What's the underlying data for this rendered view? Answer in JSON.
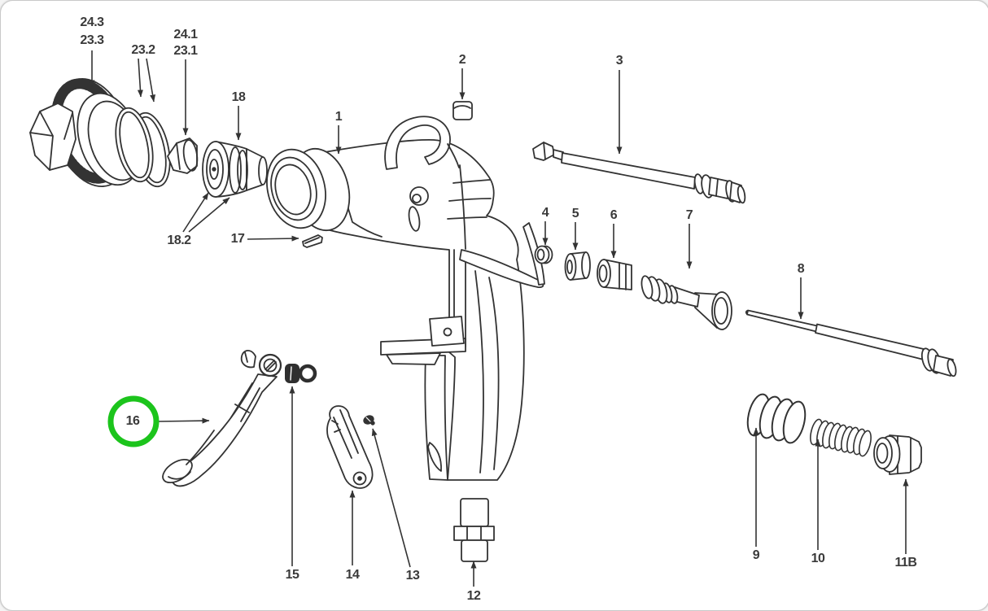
{
  "colors": {
    "line": "#333333",
    "label_text": "#3a3a3a",
    "highlight": "#1cc41c",
    "background": "#ffffff",
    "border": "#c9c9c9"
  },
  "labels": {
    "l24_3": "24.3",
    "l23_3": "23.3",
    "l23_2": "23.2",
    "l24_1": "24.1",
    "l23_1": "23.1",
    "l18": "18",
    "l18_2": "18.2",
    "l17": "17",
    "l1": "1",
    "l2": "2",
    "l3": "3",
    "l4": "4",
    "l5": "5",
    "l6": "6",
    "l7": "7",
    "l8": "8",
    "l9": "9",
    "l10": "10",
    "l11B": "11B",
    "l12": "12",
    "l13": "13",
    "l14": "14",
    "l15": "15",
    "l16": "16"
  },
  "annotation": {
    "highlighted_label": "16"
  }
}
